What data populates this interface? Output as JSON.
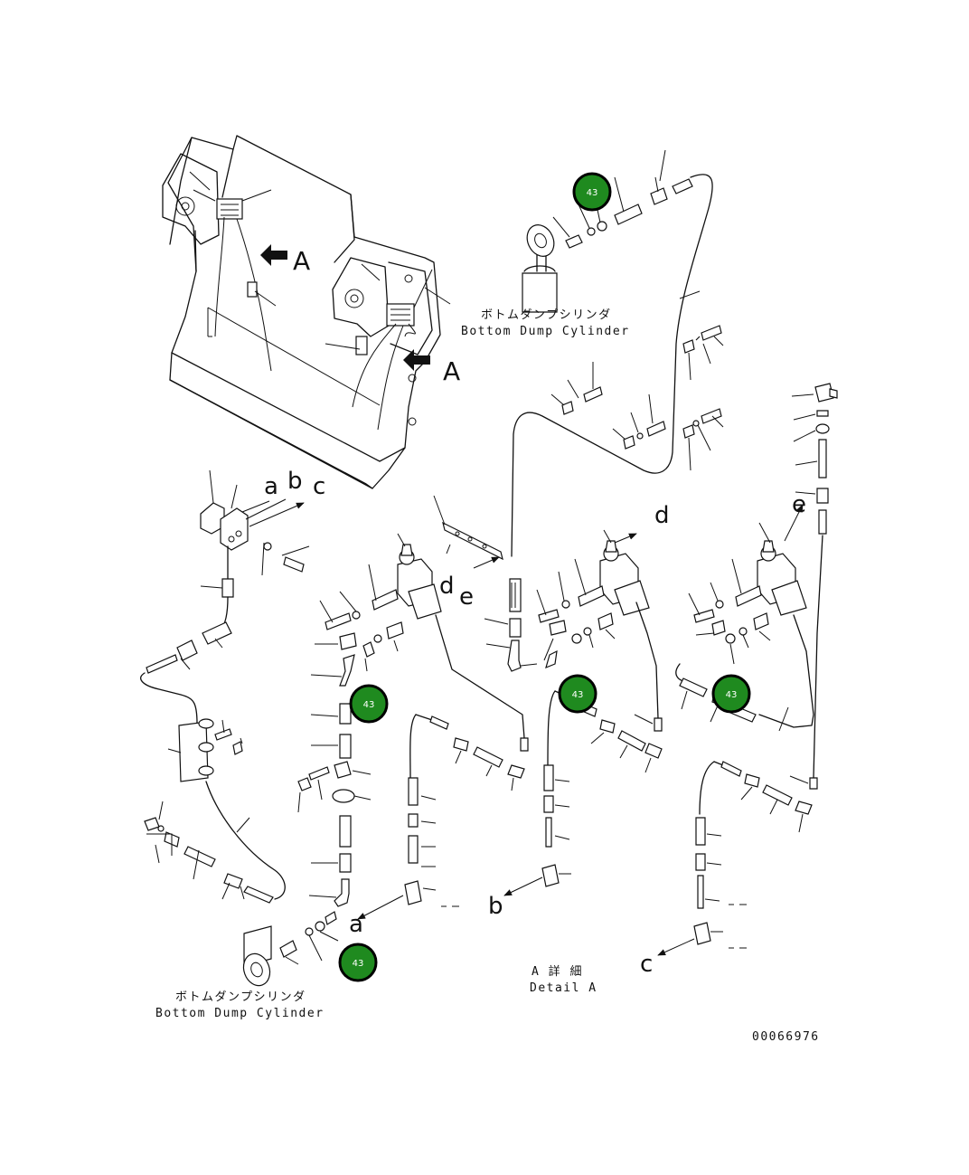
{
  "labels": {
    "cyl_top_jp": "ボトムダンプシリンダ",
    "cyl_top_en": "Bottom Dump Cylinder",
    "cyl_bottom_jp": "ボトムダンプシリンダ",
    "cyl_bottom_en": "Bottom Dump Cylinder",
    "detail_jp": "A 詳 細",
    "detail_en": "Detail A",
    "drawing_no": "00066976"
  },
  "view_letters": {
    "A1": "A",
    "A2": "A",
    "a_top": "a",
    "b_top": "b",
    "c_top": "c",
    "d_mid": "d",
    "e_mid": "e",
    "d_right": "d",
    "e_right": "e",
    "a_bottom": "a",
    "b_bottom": "b",
    "c_bottom": "c"
  },
  "callouts": [
    {
      "id": "c1",
      "label": "43"
    },
    {
      "id": "c2",
      "label": "43"
    },
    {
      "id": "c3",
      "label": "43"
    },
    {
      "id": "c4",
      "label": "43"
    },
    {
      "id": "c5",
      "label": "43"
    }
  ]
}
